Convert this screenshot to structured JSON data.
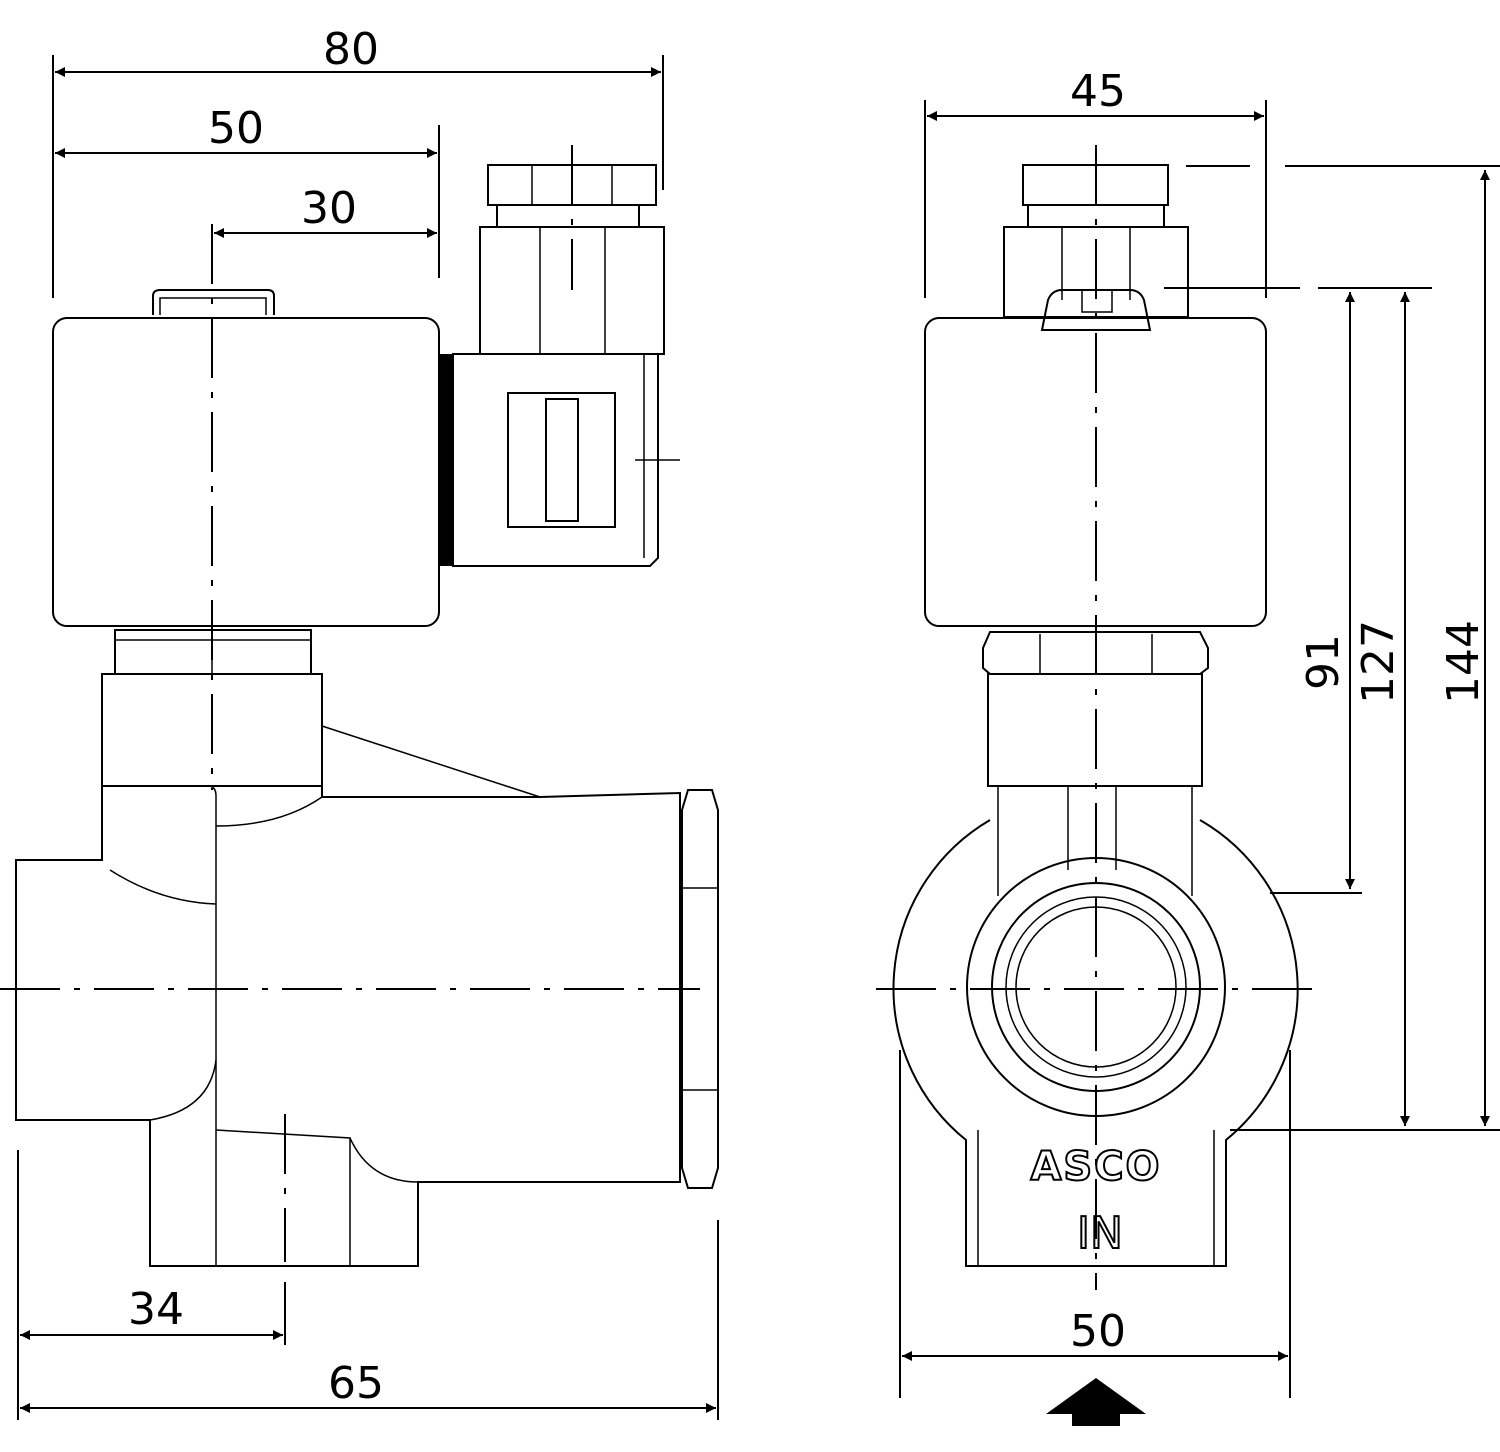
{
  "dimensions": {
    "side_width_total": "80",
    "side_coil_width": "50",
    "side_axis_to_coil_edge": "30",
    "side_inlet_to_axis": "34",
    "side_body_length": "65",
    "front_coil_width": "45",
    "front_body_width": "50",
    "front_height_91": "91",
    "front_height_127": "127",
    "front_height_144": "144"
  },
  "markings": {
    "brand": "ASCO",
    "port": "IN"
  },
  "icons": {
    "flow_arrow": "inlet-flow-arrow-icon"
  },
  "colors": {
    "line": "#000000",
    "background": "#ffffff"
  }
}
